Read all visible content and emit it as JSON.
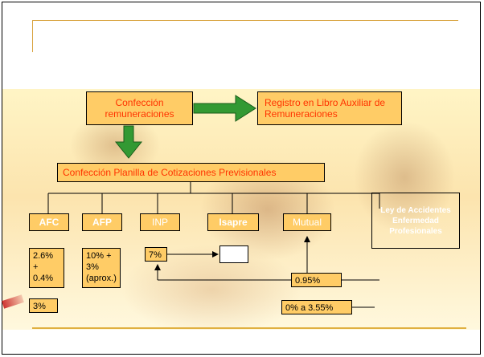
{
  "diagram": {
    "top_left": "Confección remuneraciones",
    "top_right": "Registro en Libro Auxiliar de Remuneraciones",
    "planilla": "Confección Planilla de Cotizaciones Previsionales",
    "categories": {
      "afc": "AFC",
      "afp": "AFP",
      "inp": "INP",
      "isapre": "Isapre",
      "mutual": "Mutual"
    },
    "ley_box": "Ley de Accidentes Enfermedad Profesionales",
    "afc_rate": "2.6% + 0.4%",
    "afc_rate_2": "3%",
    "afp_rate": "10% + 3% (aprox.)",
    "inp_rate": "7%",
    "mutual_rate": "0.95%",
    "range": "0% a 3.55%"
  },
  "colors": {
    "box_fill": "#ffcc66",
    "arrow_green": "#339933",
    "label_orange": "#ff3300"
  }
}
